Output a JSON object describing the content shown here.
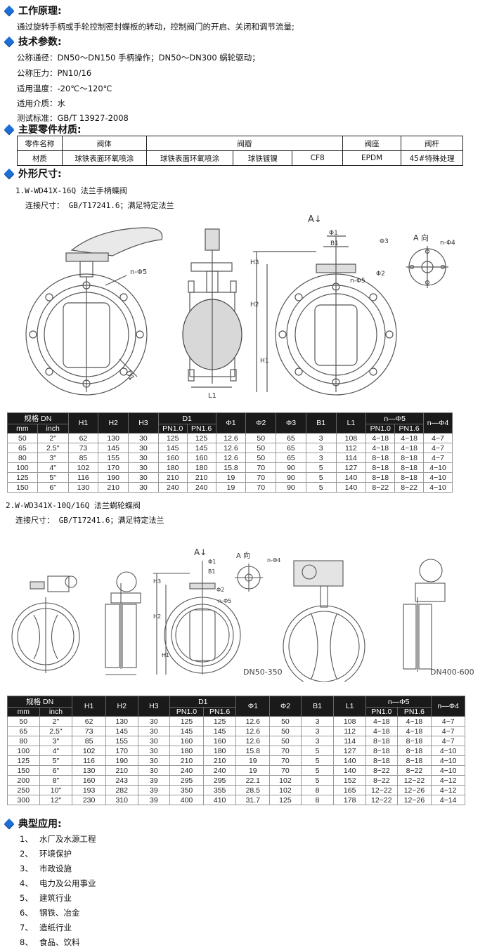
{
  "sections": {
    "principle": {
      "title": "工作原理:",
      "text": "通过旋转手柄或手轮控制密封蝶板的转动，控制阀门的开启、关闭和调节流量;"
    },
    "params": {
      "title": "技术参数:",
      "lines": [
        "公称通径：DN50～DN150 手柄操作；DN50～DN300 蜗轮驱动；",
        "公称压力：PN10/16",
        "适用温度：-20℃～120℃",
        "适用介质：水",
        "测试标准：GB/T 13927-2008"
      ]
    },
    "materials": {
      "title": "主要零件材质:",
      "header": [
        "零件名称",
        "阀体",
        "阀瓣",
        "阀座",
        "阀杆"
      ],
      "row": [
        "材质",
        "球铁表面环氧喷涂",
        "球铁表面环氧喷涂",
        "球铁镀镍",
        "CF8",
        "EPDM",
        "45#特殊处理"
      ]
    },
    "dimensions": {
      "title": "外形尺寸:",
      "model1": {
        "name": "1.W-WD41X-16Q 法兰手柄蝶阀",
        "connect": "连接尺寸： GB/T17241.6；满足特定法兰"
      },
      "model2": {
        "name": "2.W-WD341X-10Q/16Q 法兰蜗轮蝶阀",
        "connect": "连接尺寸： GB/T17241.6；满足特定法兰"
      }
    },
    "applications": {
      "title": "典型应用:",
      "items": [
        {
          "num": "1、",
          "text": "水厂及水源工程"
        },
        {
          "num": "2、",
          "text": "环境保护"
        },
        {
          "num": "3、",
          "text": "市政设施"
        },
        {
          "num": "4、",
          "text": "电力及公用事业"
        },
        {
          "num": "5、",
          "text": "建筑行业"
        },
        {
          "num": "6、",
          "text": "钢铁、冶金"
        },
        {
          "num": "7、",
          "text": "造纸行业"
        },
        {
          "num": "8、",
          "text": "食品、饮料"
        }
      ]
    }
  },
  "drawing_labels": {
    "a_arrow": "A↓",
    "a_view": "A 向",
    "n_phi5": "n-Φ5",
    "n_phi4": "n-Φ4",
    "phi1": "Φ1",
    "phi2": "Φ2",
    "phi3": "Φ3",
    "b1": "B1",
    "h1": "H1",
    "h2": "H2",
    "h3": "H3",
    "l1": "L1",
    "d1": "D1",
    "dn50_350": "DN50-350",
    "dn400_600": "DN400-600"
  },
  "table1": {
    "head_top": [
      "规格 DN",
      "H1",
      "H2",
      "H3",
      "D1",
      "Φ1",
      "Φ2",
      "Φ3",
      "B1",
      "L1",
      "n—Φ5",
      "n—Φ4"
    ],
    "head_sub": [
      "mm",
      "inch",
      "PN1.0",
      "PN1.6",
      "PN1.0",
      "PN1.6"
    ],
    "rows": [
      [
        "50",
        "2\"",
        "62",
        "130",
        "30",
        "125",
        "125",
        "12.6",
        "50",
        "65",
        "3",
        "108",
        "4−18",
        "4−18",
        "4−7"
      ],
      [
        "65",
        "2.5\"",
        "73",
        "145",
        "30",
        "145",
        "145",
        "12.6",
        "50",
        "65",
        "3",
        "112",
        "4−18",
        "4−18",
        "4−7"
      ],
      [
        "80",
        "3\"",
        "85",
        "155",
        "30",
        "160",
        "160",
        "12.6",
        "50",
        "65",
        "3",
        "114",
        "8−18",
        "8−18",
        "4−7"
      ],
      [
        "100",
        "4\"",
        "102",
        "170",
        "30",
        "180",
        "180",
        "15.8",
        "70",
        "90",
        "5",
        "127",
        "8−18",
        "8−18",
        "4−10"
      ],
      [
        "125",
        "5\"",
        "116",
        "190",
        "30",
        "210",
        "210",
        "19",
        "70",
        "90",
        "5",
        "140",
        "8−18",
        "8−18",
        "4−10"
      ],
      [
        "150",
        "6\"",
        "130",
        "210",
        "30",
        "240",
        "240",
        "19",
        "70",
        "90",
        "5",
        "140",
        "8−22",
        "8−22",
        "4−10"
      ]
    ]
  },
  "table2": {
    "head_top": [
      "规格 DN",
      "H1",
      "H2",
      "H3",
      "D1",
      "Φ1",
      "Φ2",
      "B1",
      "L1",
      "n—Φ5",
      "n—Φ4"
    ],
    "head_sub": [
      "mm",
      "inch",
      "PN1.0",
      "PN1.6",
      "PN1.0",
      "PN1.6"
    ],
    "rows": [
      [
        "50",
        "2\"",
        "62",
        "130",
        "30",
        "125",
        "125",
        "12.6",
        "50",
        "3",
        "108",
        "4−18",
        "4−18",
        "4−7"
      ],
      [
        "65",
        "2.5\"",
        "73",
        "145",
        "30",
        "145",
        "145",
        "12.6",
        "50",
        "3",
        "112",
        "4−18",
        "4−18",
        "4−7"
      ],
      [
        "80",
        "3\"",
        "85",
        "155",
        "30",
        "160",
        "160",
        "12.6",
        "50",
        "3",
        "114",
        "8−18",
        "8−18",
        "4−7"
      ],
      [
        "100",
        "4\"",
        "102",
        "170",
        "30",
        "180",
        "180",
        "15.8",
        "70",
        "5",
        "127",
        "8−18",
        "8−18",
        "4−10"
      ],
      [
        "125",
        "5\"",
        "116",
        "190",
        "30",
        "210",
        "210",
        "19",
        "70",
        "5",
        "140",
        "8−18",
        "8−18",
        "4−10"
      ],
      [
        "150",
        "6\"",
        "130",
        "210",
        "30",
        "240",
        "240",
        "19",
        "70",
        "5",
        "140",
        "8−22",
        "8−22",
        "4−10"
      ],
      [
        "200",
        "8\"",
        "160",
        "243",
        "39",
        "295",
        "295",
        "22.1",
        "102",
        "5",
        "152",
        "8−22",
        "12−22",
        "4−12"
      ],
      [
        "250",
        "10\"",
        "193",
        "282",
        "39",
        "350",
        "355",
        "28.5",
        "102",
        "8",
        "165",
        "12−22",
        "12−26",
        "4−12"
      ],
      [
        "300",
        "12\"",
        "230",
        "310",
        "39",
        "400",
        "410",
        "31.7",
        "125",
        "8",
        "178",
        "12−22",
        "12−26",
        "4−14"
      ]
    ]
  },
  "colors": {
    "accent": "#1d6fd8",
    "table_head": "#1a1a1a"
  }
}
